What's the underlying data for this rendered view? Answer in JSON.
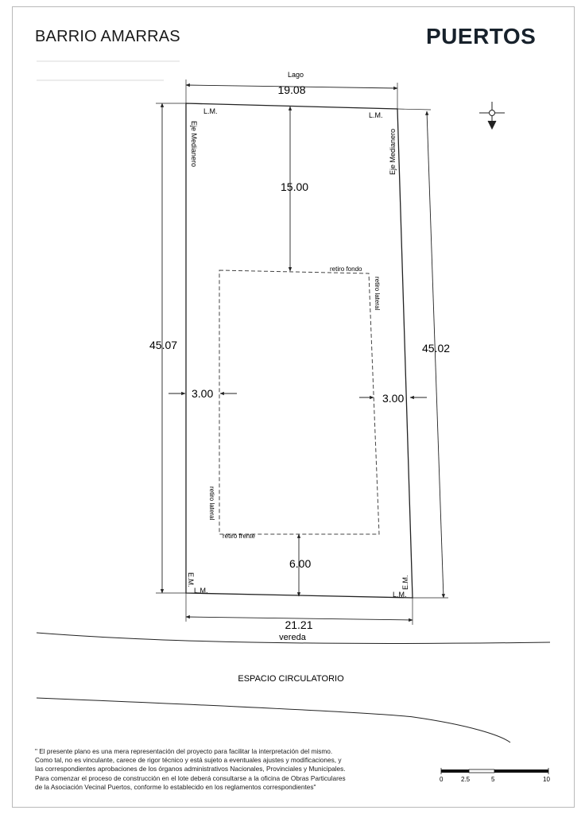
{
  "header": {
    "project_name": "BARRIO AMARRAS",
    "brand": "PUERTOS"
  },
  "plan": {
    "top_label": "Lago",
    "top_width": "19.08",
    "bottom_width": "21.21",
    "left_depth": "45.07",
    "right_depth": "45.02",
    "rear_setback": "15.00",
    "front_setback": "6.00",
    "left_setback": "3.00",
    "right_setback": "3.00",
    "lm_label": "L.M.",
    "em_label": "E.M.",
    "eje_medianero": "Eje Medianero",
    "retiro_fondo": "retiro fondo",
    "retiro_lateral": "retiro lateral",
    "retiro_frente": "retiro frente",
    "vereda": "vereda",
    "street": "ESPACIO CIRCULATORIO"
  },
  "disclaimer": [
    "\" El presente plano es una mera representación del proyecto para facilitar la interpretación del mismo.",
    "Como tal, no es vinculante, carece de rigor técnico y está sujeto a eventuales ajustes y modificaciones, y",
    "las correspondientes aprobaciones de los órganos administrativos Nacionales, Provinciales y Municipales.",
    "Para comenzar el proceso de construcción en el lote deberá consultarse a la oficina de Obras Particulares",
    "de la Asociación Vecinal Puertos, conforme lo establecido en los reglamentos correspondientes\""
  ],
  "scale": {
    "labels": [
      "0",
      "2.5",
      "5",
      "10"
    ]
  }
}
